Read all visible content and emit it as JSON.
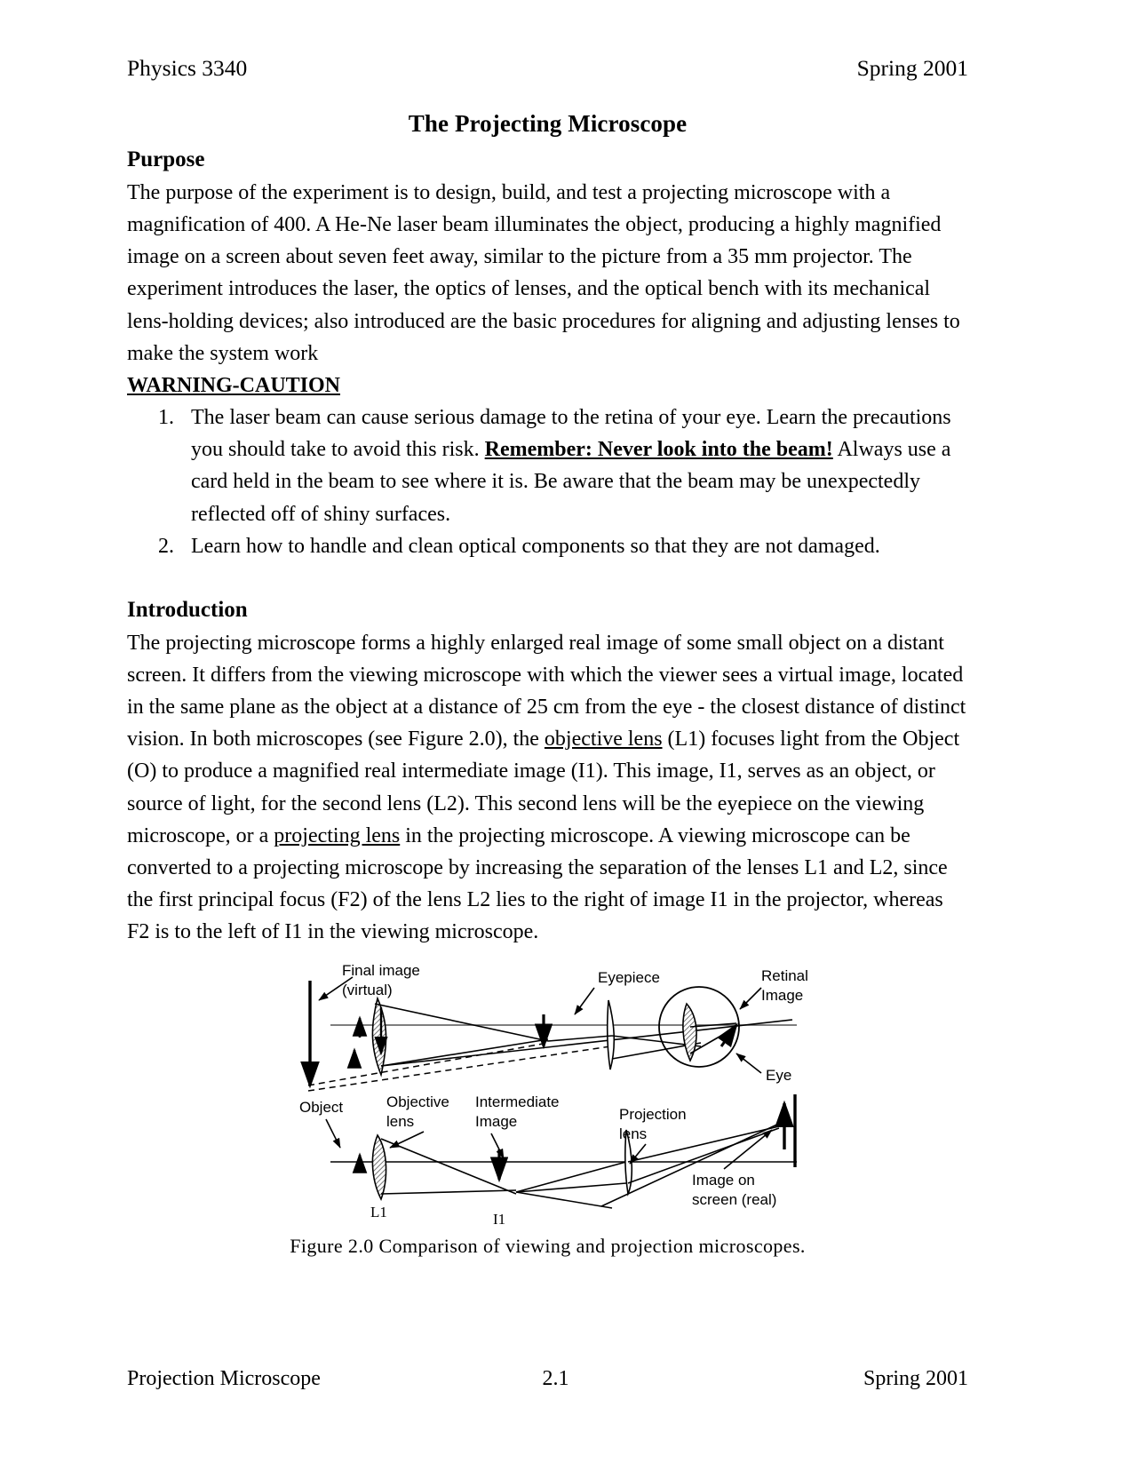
{
  "runhead": {
    "left": "Physics 3340",
    "right": "Spring 2001"
  },
  "title": "The Projecting Microscope",
  "purpose": {
    "heading": "Purpose",
    "paragraph": "The purpose of the experiment is to design, build, and test a projecting microscope with a magnification of 400. A He-Ne laser beam illuminates the object, producing a highly magnified image on a screen about seven feet away, similar to the picture from a 35 mm projector. The experiment introduces the laser, the optics of lenses, and the optical bench with its mechanical lens-holding devices; also introduced are the basic procedures for aligning and adjusting lenses to make the system work"
  },
  "warning": {
    "heading": "WARNING-CAUTION",
    "items": [
      {
        "num": "1.",
        "part1": "The laser beam can cause serious damage to the retina of your eye. Learn the precautions you should take to avoid this risk. ",
        "emphasis": "Remember: Never look into the beam!",
        "part2": " Always use a card held in the beam to see where it is. Be aware that the beam may be unexpectedly reflected off of shiny surfaces."
      },
      {
        "num": "2.",
        "part1": "Learn how to handle and clean optical components so that they are not damaged.",
        "emphasis": "",
        "part2": ""
      }
    ]
  },
  "introduction": {
    "heading": "Introduction",
    "seg1": "The projecting microscope forms a highly enlarged real image of some small object on a distant screen. It differs from the viewing microscope with which the viewer sees a virtual image, located in the same plane as the object at a distance of 25 cm from the eye - the closest distance of distinct vision. In both microscopes (see Figure 2.0), the ",
    "link1": "objective lens",
    "seg2": " (L1) focuses light from the Object (O) to produce a magnified real intermediate image (I1). This image, I1, serves as an object, or source of light, for the second lens (L2). This second lens will be the eyepiece on the viewing microscope, or a ",
    "link2": "projecting lens",
    "seg3": " in the projecting microscope. A viewing microscope can be converted to a projecting microscope by increasing the separation of the lenses L1 and L2, since the first principal focus (F2) of the lens L2 lies to the right of image I1 in the projector, whereas F2 is to the left of I1 in the viewing microscope."
  },
  "figure": {
    "caption": "Figure 2.0 Comparison of viewing and projection microscopes.",
    "labels": {
      "final_image_1": "Final image",
      "final_image_2": "(virtual)",
      "eyepiece": "Eyepiece",
      "retinal_1": "Retinal",
      "retinal_2": "Image",
      "eye": "Eye",
      "object": "Object",
      "objective_1": "Objective",
      "objective_2": "lens",
      "intermediate_1": "Intermediate",
      "intermediate_2": "Image",
      "projection_1": "Projection",
      "projection_2": "lens",
      "image_screen_1": "Image on",
      "image_screen_2": "screen (real)",
      "l1": "L1",
      "i1": "I1"
    }
  },
  "footer": {
    "left": "Projection Microscope",
    "page": "2.1",
    "right": "Spring 2001"
  }
}
